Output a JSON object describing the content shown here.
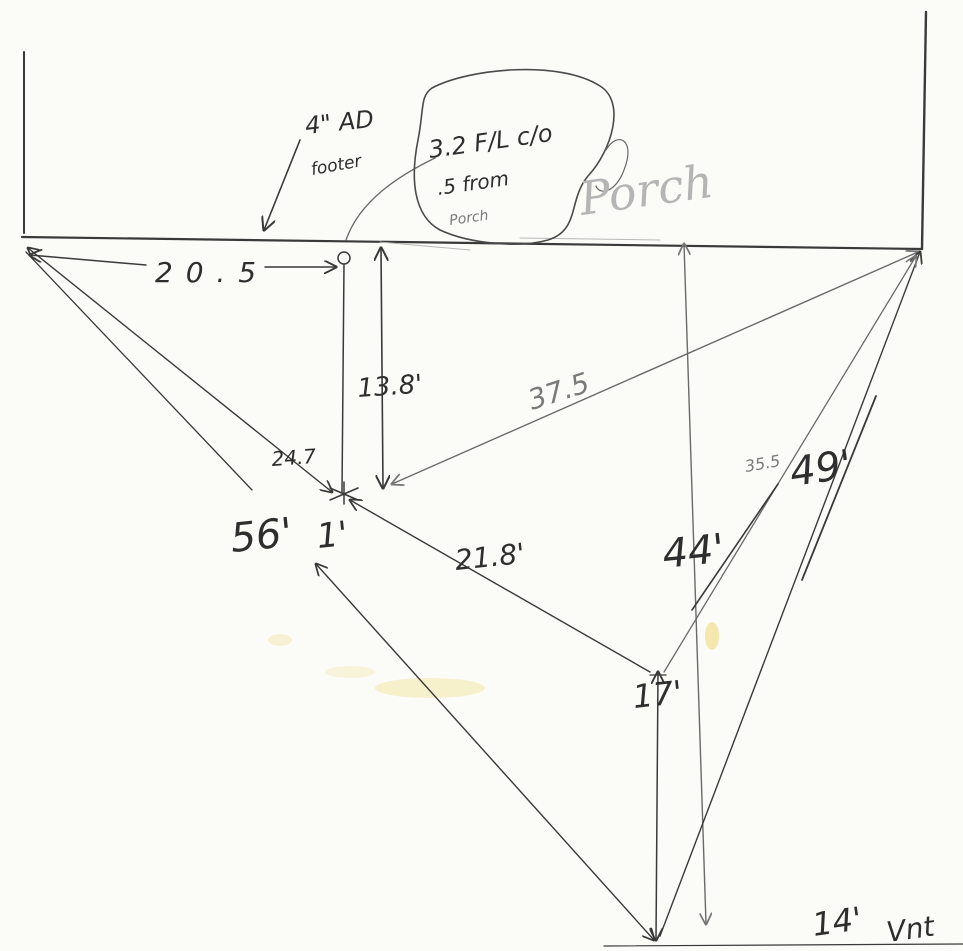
{
  "labels": {
    "ad_line1": "4\" AD",
    "ad_line2": "footer",
    "cleanout_line1": "3.2 F/L c/o",
    "cleanout_line2": ".5 from",
    "cleanout_line3": "Porch",
    "porch": "Porch",
    "dist_20_5": "2 0 . 5",
    "dist_13_8": "13.8'",
    "dist_37_5": "37.5",
    "dist_24_7": "24.7",
    "depth_56": "56'",
    "depth_1": "1'",
    "dist_21_8": "21.8'",
    "dist_44": "44'",
    "dist_35_5": "35.5",
    "dist_49": "49'",
    "depth_17": "17'",
    "depth_14": "14'",
    "vent": "Vnt"
  },
  "colors": {
    "ink": "#3a3a3a",
    "paper": "#fbfbf8",
    "highlight": "#f2e9a8"
  }
}
